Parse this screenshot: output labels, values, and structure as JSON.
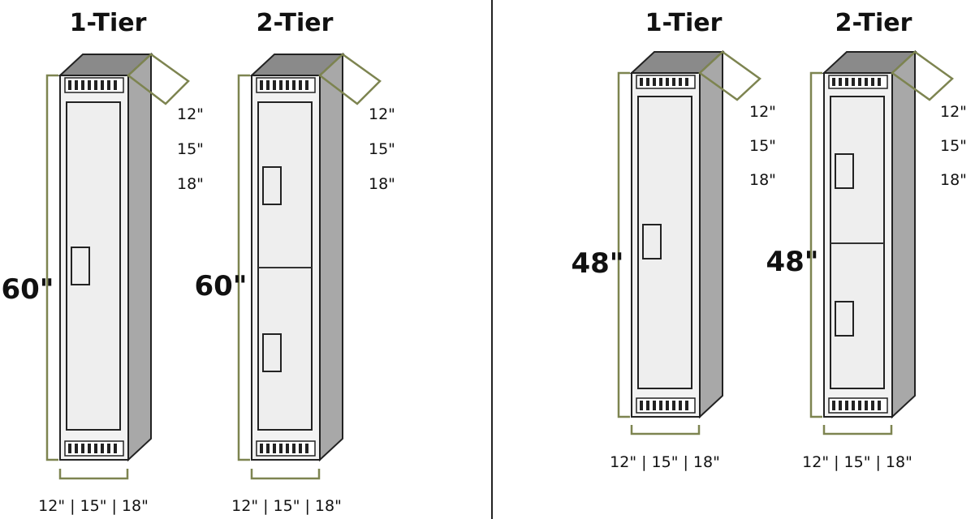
{
  "colors": {
    "dimension_line": "#7d8450",
    "outline": "#222222",
    "front": "#eeeeee",
    "side": "#a8a8a8",
    "top": "#8a8a8a",
    "divider": "#333333"
  },
  "panels": [
    {
      "lockers": [
        {
          "title": "1-Tier",
          "height_label": "60\"",
          "depth_labels": [
            "12\"",
            "15\"",
            "18\""
          ],
          "width_label": "12\" | 15\" | 18\"",
          "vent_icon": "vent-grille-icon",
          "tiers": 1
        },
        {
          "title": "2-Tier",
          "height_label": "60\"",
          "depth_labels": [
            "12\"",
            "15\"",
            "18\""
          ],
          "width_label": "12\" | 15\" | 18\"",
          "vent_icon": "vent-grille-icon",
          "tiers": 2
        }
      ]
    },
    {
      "lockers": [
        {
          "title": "1-Tier",
          "height_label": "48\"",
          "depth_labels": [
            "12\"",
            "15\"",
            "18\""
          ],
          "width_label": "12\" | 15\" | 18\"",
          "vent_icon": "vent-grille-icon",
          "tiers": 1
        },
        {
          "title": "2-Tier",
          "height_label": "48\"",
          "depth_labels": [
            "12\"",
            "15\"",
            "18\""
          ],
          "width_label": "12\" | 15\" | 18\"",
          "vent_icon": "vent-grille-icon",
          "tiers": 2
        }
      ]
    }
  ]
}
